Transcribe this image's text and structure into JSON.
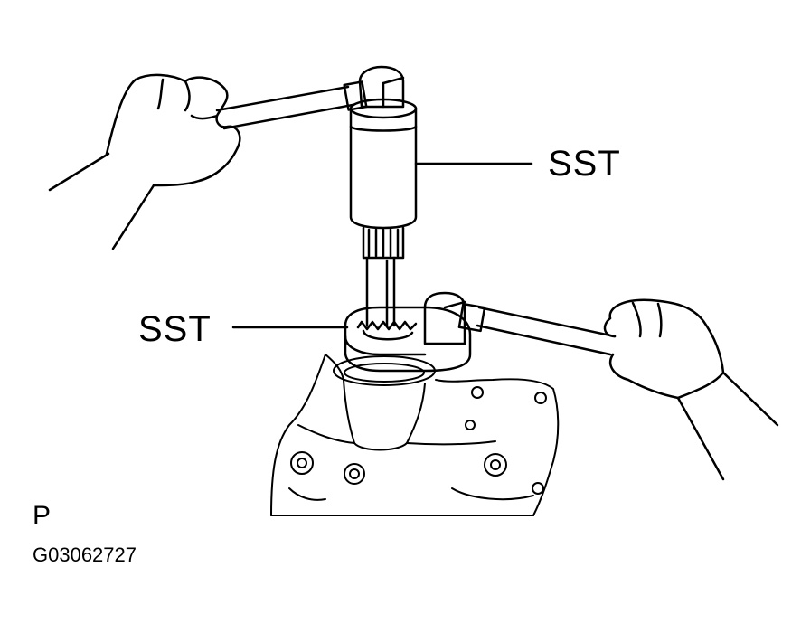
{
  "diagram": {
    "labels": {
      "upper_callout": "SST",
      "lower_callout": "SST"
    },
    "view_code": "P",
    "figure_id": "G03062727",
    "colors": {
      "line": "#000000",
      "background": "#ffffff"
    }
  }
}
